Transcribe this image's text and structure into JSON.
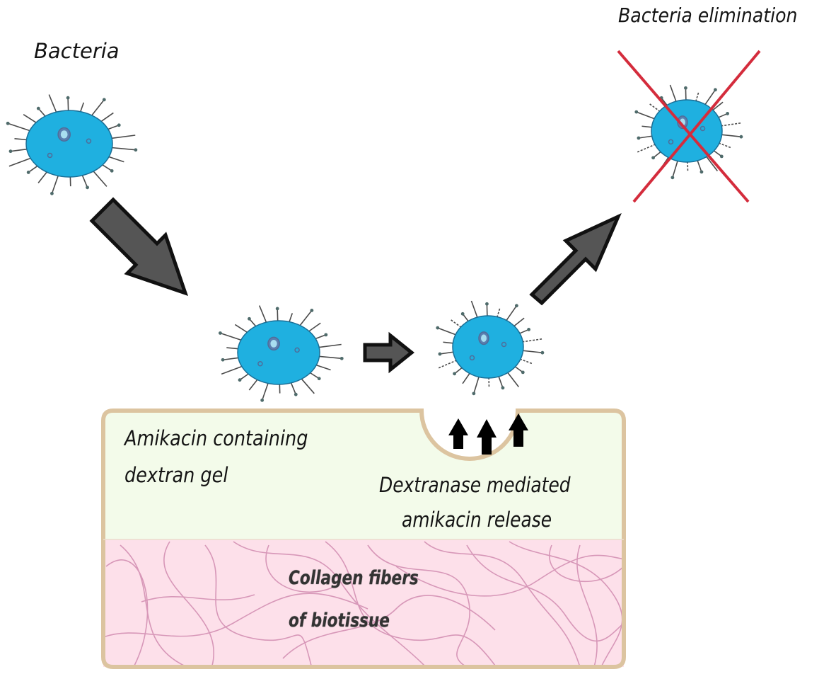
{
  "labels": {
    "bacteria": "Bacteria",
    "bacteria_elimination": "Bacteria elimination",
    "gel_line1": "Amikacin containing",
    "gel_line2": "dextran gel",
    "release_line1": "Dextranase mediated",
    "release_line2": "amikacin release",
    "collagen_line1": "Collagen fibers",
    "collagen_line2": "of biotissue"
  },
  "colors": {
    "bacterium_fill": "#1fb0e0",
    "bacterium_outline": "#1a6e96",
    "nucleus_fill": "#a8def0",
    "nucleus_ring": "#4f6d9a",
    "pilus": "#4a4a4a",
    "arrow_fill": "#555555",
    "arrow_stroke": "#111111",
    "release_arrow": "#000000",
    "cross": "#d42c3c",
    "gel_fill": "#f3fbea",
    "tissue_fill": "#fde0ea",
    "fiber": "#d797b8",
    "border": "#dcc4a0"
  },
  "stages": [
    {
      "name": "free-bacterium"
    },
    {
      "name": "bacterium-on-gel"
    },
    {
      "name": "bacterium-exposed-to-amikacin"
    },
    {
      "name": "eliminated-bacterium"
    }
  ]
}
